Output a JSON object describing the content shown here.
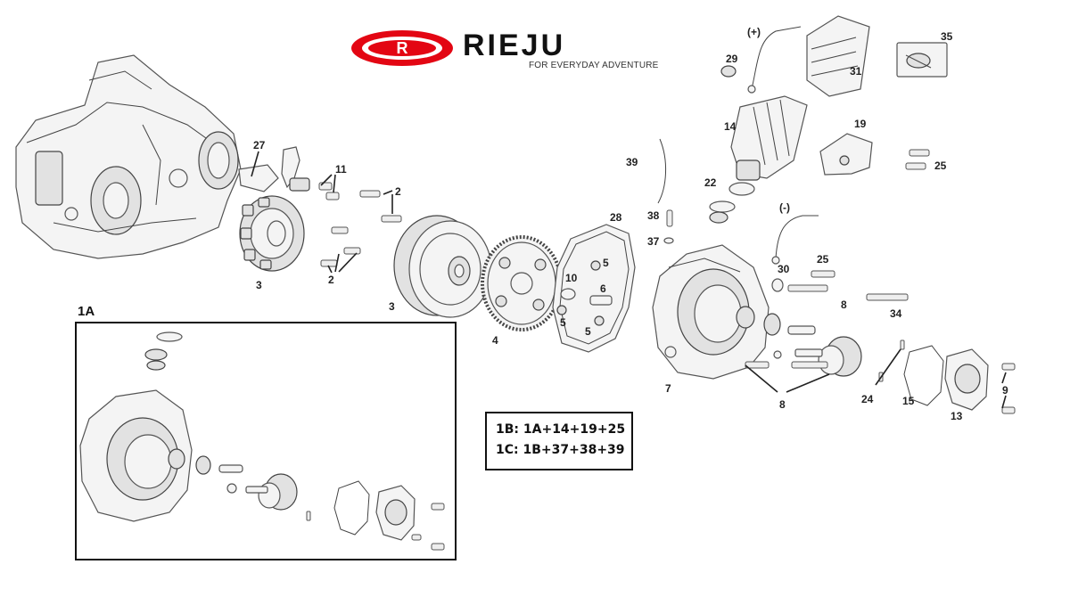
{
  "brand": {
    "name": "RIEJU",
    "tagline": "FOR EVERYDAY ADVENTURE",
    "logo_letter": "R",
    "logo_color": "#e30613"
  },
  "kit_box": {
    "label_1a": "1A",
    "line_1b": "1B: 1A+14+19+25",
    "line_1c": "1C: 1B+37+38+39"
  },
  "callouts": {
    "c2a": "2",
    "c2b": "2",
    "c3a": "3",
    "c3b": "3",
    "c4": "4",
    "c5a": "5",
    "c5b": "5",
    "c5c": "5",
    "c6": "6",
    "c7": "7",
    "c8a": "8",
    "c8b": "8",
    "c9": "9",
    "c10": "10",
    "c11": "11",
    "c13": "13",
    "c14": "14",
    "c15": "15",
    "c19": "19",
    "c22": "22",
    "c24": "24",
    "c25a": "25",
    "c25b": "25",
    "c27": "27",
    "c28": "28",
    "c29": "29",
    "c30": "30",
    "c31": "31",
    "c34": "34",
    "c35": "35",
    "c37": "37",
    "c38": "38",
    "c39": "39",
    "plus": "(+)",
    "minus": "(-)"
  }
}
